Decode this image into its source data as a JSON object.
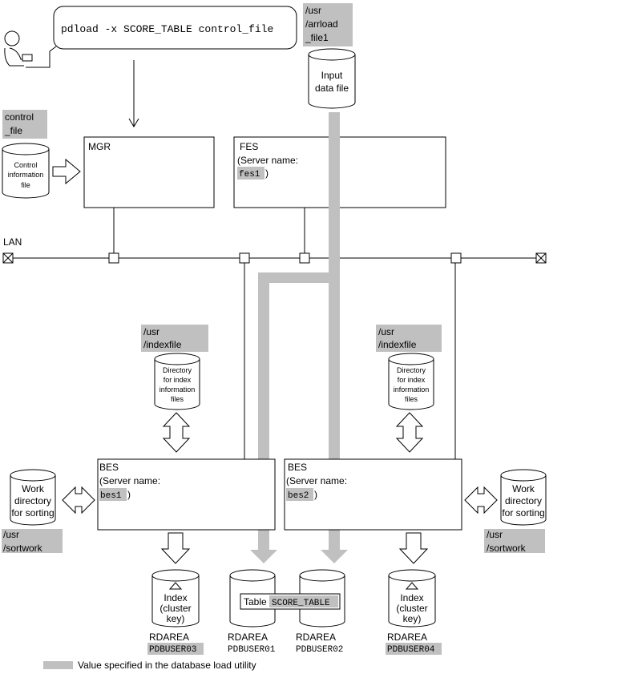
{
  "command": "pdload -x SCORE_TABLE control_file",
  "input_file": {
    "path": [
      "/usr",
      "/arrload",
      "_file1"
    ],
    "label": [
      "Input",
      "data file"
    ]
  },
  "control_file": {
    "path": [
      "control",
      "_file"
    ],
    "label": [
      "Control",
      "information",
      "file"
    ]
  },
  "mgr": {
    "label": "MGR"
  },
  "fes": {
    "label": "FES",
    "server_name_label": "(Server name:",
    "server_name": "fes1",
    "close": ")"
  },
  "lan": {
    "label": "LAN"
  },
  "bes1": {
    "label": "BES",
    "server_name_label": "(Server name:",
    "server_name": "bes1",
    "close": ")",
    "index_dir_path": [
      "/usr",
      "/indexfile"
    ],
    "index_dir_label": [
      "Directory",
      "for index",
      "information",
      "files"
    ],
    "work_dir_path": [
      "/usr",
      "/sortwork"
    ],
    "work_dir_label": [
      "Work",
      "directory",
      "for sorting"
    ]
  },
  "bes2": {
    "label": "BES",
    "server_name_label": "(Server name:",
    "server_name": "bes2",
    "close": ")",
    "index_dir_path": [
      "/usr",
      "/indexfile"
    ],
    "index_dir_label": [
      "Directory",
      "for index",
      "information",
      "files"
    ],
    "work_dir_path": [
      "/usr",
      "/sortwork"
    ],
    "work_dir_label": [
      "Work",
      "directory",
      "for sorting"
    ]
  },
  "rdareas": [
    {
      "prefix": "RDAREA",
      "name": "PDBUSER03",
      "highlighted": true,
      "content": [
        "Index",
        "(cluster",
        "key)"
      ]
    },
    {
      "prefix": "RDAREA",
      "name": "PDBUSER01",
      "highlighted": false
    },
    {
      "prefix": "RDAREA",
      "name": "PDBUSER02",
      "highlighted": false
    },
    {
      "prefix": "RDAREA",
      "name": "PDBUSER04",
      "highlighted": true,
      "content": [
        "Index",
        "(cluster",
        "key)"
      ]
    }
  ],
  "table": {
    "label": "Table",
    "name": "SCORE_TABLE"
  },
  "legend": {
    "label": "Value specified in the database load utility"
  },
  "colors": {
    "highlight": "#c0c0c0",
    "line": "#000000"
  }
}
